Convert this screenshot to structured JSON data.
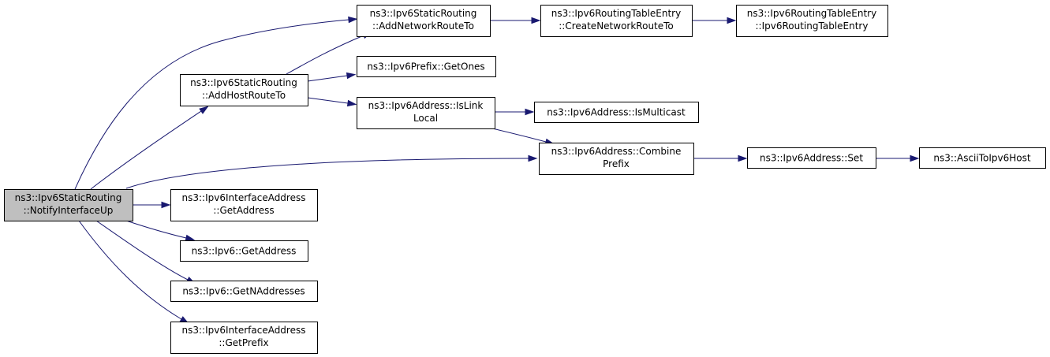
{
  "colors": {
    "edge": "#191970",
    "root_fill": "#bfbfbf",
    "node_fill": "#ffffff",
    "border": "#000000"
  },
  "nodes": {
    "notify_interface_up": [
      "ns3::Ipv6StaticRouting",
      "::NotifyInterfaceUp"
    ],
    "add_network_route_to": [
      "ns3::Ipv6StaticRouting",
      "::AddNetworkRouteTo"
    ],
    "create_network_route_to": [
      "ns3::Ipv6RoutingTableEntry",
      "::CreateNetworkRouteTo"
    ],
    "routing_table_entry_ctor": [
      "ns3::Ipv6RoutingTableEntry",
      "::Ipv6RoutingTableEntry"
    ],
    "add_host_route_to": [
      "ns3::Ipv6StaticRouting",
      "::AddHostRouteTo"
    ],
    "prefix_get_ones": [
      "ns3::Ipv6Prefix::GetOnes"
    ],
    "is_link_local": [
      "ns3::Ipv6Address::IsLink",
      "Local"
    ],
    "is_multicast": [
      "ns3::Ipv6Address::IsMulticast"
    ],
    "combine_prefix": [
      "ns3::Ipv6Address::Combine",
      "Prefix"
    ],
    "address_set": [
      "ns3::Ipv6Address::Set"
    ],
    "ascii_to_ipv6_host": [
      "ns3::AsciiToIpv6Host"
    ],
    "iface_get_address": [
      "ns3::Ipv6InterfaceAddress",
      "::GetAddress"
    ],
    "ipv6_get_address": [
      "ns3::Ipv6::GetAddress"
    ],
    "ipv6_get_n_addresses": [
      "ns3::Ipv6::GetNAddresses"
    ],
    "iface_get_prefix": [
      "ns3::Ipv6InterfaceAddress",
      "::GetPrefix"
    ]
  },
  "edges": [
    [
      "notify_interface_up",
      "add_network_route_to"
    ],
    [
      "notify_interface_up",
      "add_host_route_to"
    ],
    [
      "notify_interface_up",
      "combine_prefix"
    ],
    [
      "notify_interface_up",
      "iface_get_address"
    ],
    [
      "notify_interface_up",
      "ipv6_get_address"
    ],
    [
      "notify_interface_up",
      "ipv6_get_n_addresses"
    ],
    [
      "notify_interface_up",
      "iface_get_prefix"
    ],
    [
      "add_host_route_to",
      "add_network_route_to"
    ],
    [
      "add_host_route_to",
      "prefix_get_ones"
    ],
    [
      "add_host_route_to",
      "is_link_local"
    ],
    [
      "add_network_route_to",
      "create_network_route_to"
    ],
    [
      "create_network_route_to",
      "routing_table_entry_ctor"
    ],
    [
      "is_link_local",
      "is_multicast"
    ],
    [
      "is_link_local",
      "combine_prefix"
    ],
    [
      "combine_prefix",
      "address_set"
    ],
    [
      "address_set",
      "ascii_to_ipv6_host"
    ]
  ]
}
